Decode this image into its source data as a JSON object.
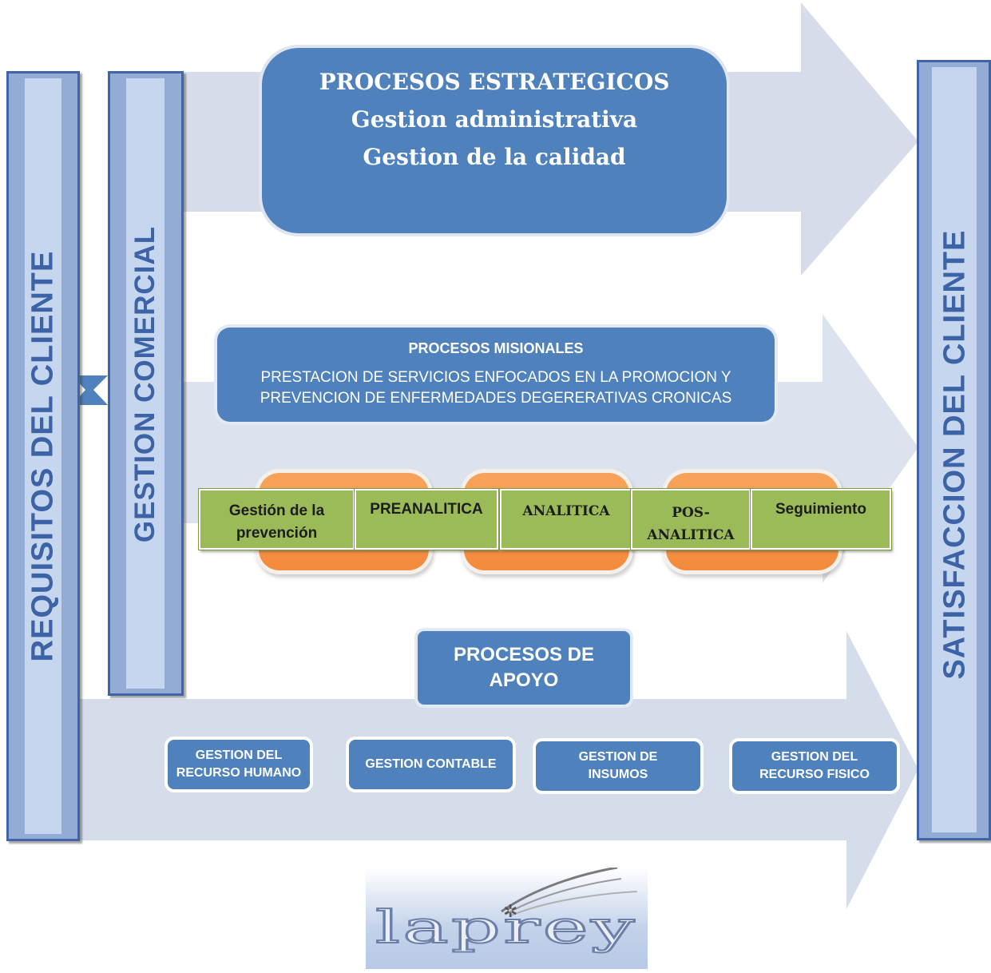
{
  "left_pillar": {
    "label": "REQUISITOS DEL CLIENTE"
  },
  "commercial_pillar": {
    "label": "GESTION COMERCIAL"
  },
  "right_pillar": {
    "label": "SATISFACCION DEL CLIENTE"
  },
  "strategic": {
    "line1": "PROCESOS ESTRATEGICOS",
    "line2": "Gestion administrativa",
    "line3": "Gestion de la calidad"
  },
  "missional": {
    "title": "PROCESOS MISIONALES",
    "line1": "PRESTACION DE SERVICIOS ENFOCADOS EN LA PROMOCION Y",
    "line2": "PREVENCION DE ENFERMEDADES DEGERERATIVAS CRONICAS"
  },
  "stages": [
    {
      "label": "Gestión de la prevención"
    },
    {
      "label": "PREANALITICA"
    },
    {
      "label": "ANALITICA"
    },
    {
      "label_line1": "POS-",
      "label_line2": "ANALITICA"
    },
    {
      "label": "Seguimiento"
    }
  ],
  "support": {
    "title": "PROCESOS DE APOYO",
    "items": [
      {
        "line1": "GESTION DEL",
        "line2": "RECURSO HUMANO"
      },
      {
        "line1": "GESTION CONTABLE"
      },
      {
        "line1": "GESTION DE",
        "line2": "INSUMOS"
      },
      {
        "line1": "GESTION DEL",
        "line2": "RECURSO FISICO"
      }
    ]
  },
  "logo": {
    "text": "laprey"
  },
  "colors": {
    "box_blue": "#4f81bd",
    "arrow": "#d7deeb",
    "pillar_blue": "#93acd6",
    "orange": "#f79646",
    "green": "#9bbb59"
  }
}
